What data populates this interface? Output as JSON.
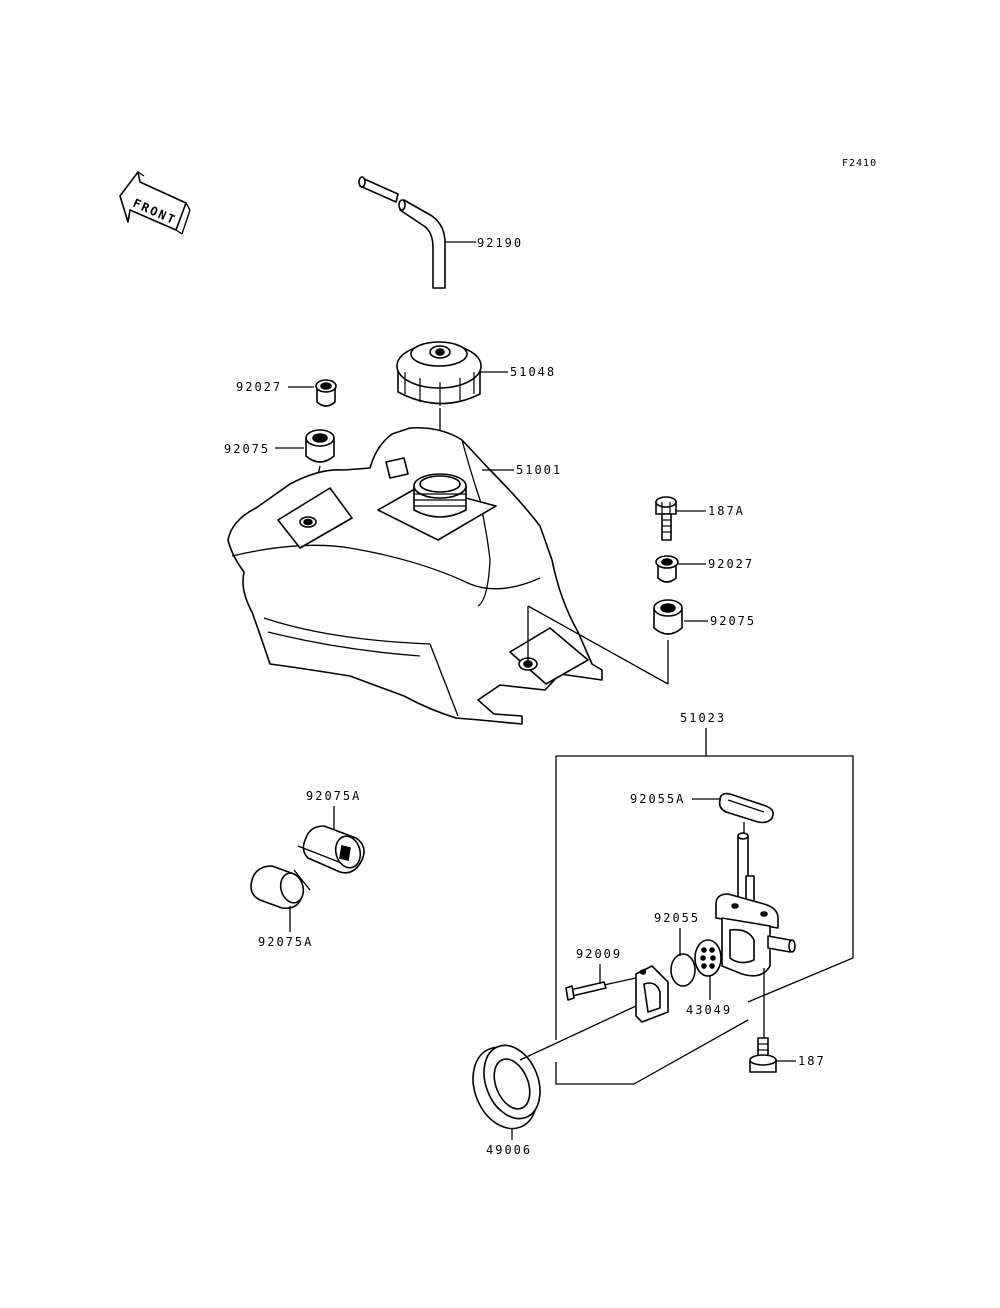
{
  "figure_ref": "F2410",
  "front_label": "FRONT",
  "labels": {
    "p92190": "92190",
    "p51048": "51048",
    "p92027_top": "92027",
    "p92075_top": "92075",
    "p51001": "51001",
    "p187A": "187A",
    "p92027_right": "92027",
    "p92075_right": "92075",
    "p51023": "51023",
    "p92055A": "92055A",
    "p92075A_top": "92075A",
    "p92075A_bottom": "92075A",
    "p92055": "92055",
    "p92009": "92009",
    "p43049": "43049",
    "p187": "187",
    "p49006": "49006"
  },
  "colors": {
    "ink": "#000000",
    "paper": "#ffffff"
  }
}
